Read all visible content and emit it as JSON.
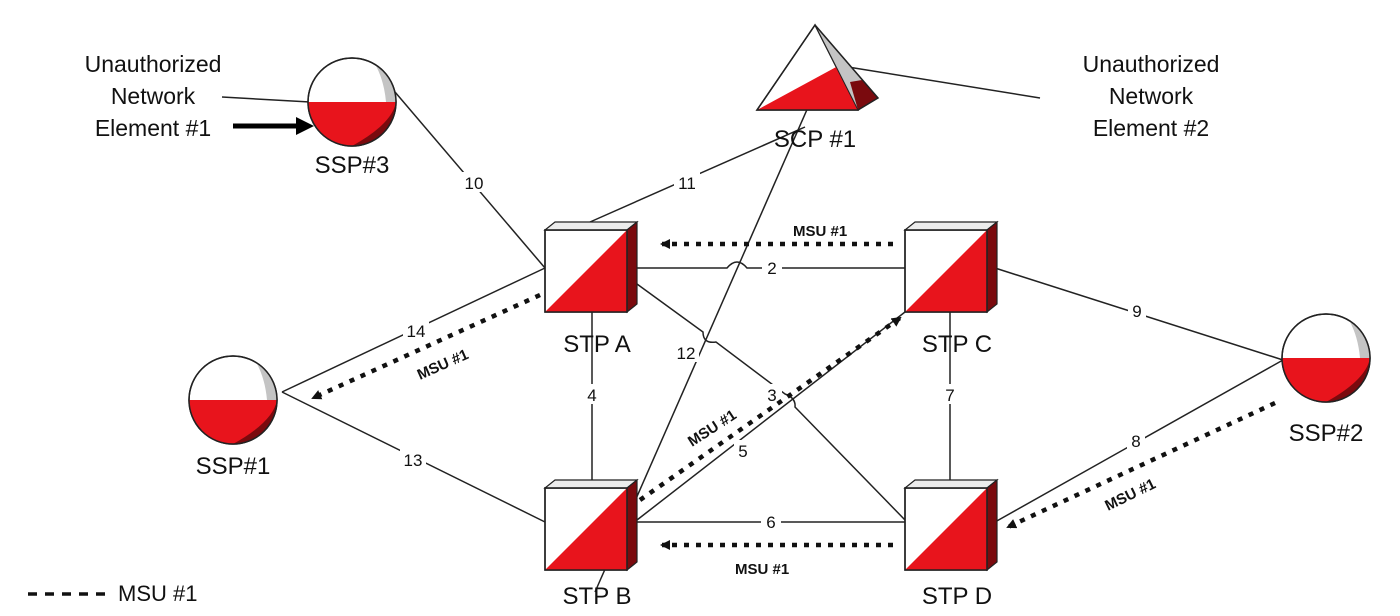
{
  "nodes": {
    "ssp1": "SSP#1",
    "ssp2": "SSP#2",
    "ssp3": "SSP#3",
    "scp1": "SCP #1",
    "stpA": "STP A",
    "stpB": "STP B",
    "stpC": "STP C",
    "stpD": "STP D"
  },
  "annotations": {
    "unauth1": [
      "Unauthorized",
      "Network",
      "Element #1"
    ],
    "unauth2": [
      "Unauthorized",
      "Network",
      "Element #2"
    ]
  },
  "links": {
    "l2": "2",
    "l3": "3",
    "l4": "4",
    "l5": "5",
    "l6": "6",
    "l7": "7",
    "l8": "8",
    "l9": "9",
    "l10": "10",
    "l11": "11",
    "l12": "12",
    "l13": "13",
    "l14": "14"
  },
  "msu": {
    "top": "MSU #1",
    "left": "MSU #1",
    "diag": "MSU #1",
    "bottom": "MSU #1",
    "right": "MSU #1"
  },
  "legend": {
    "label": "MSU #1"
  },
  "colors": {
    "red": "#e8141c",
    "darkRed": "#7a0a0e",
    "grey": "#c4c4c4"
  }
}
